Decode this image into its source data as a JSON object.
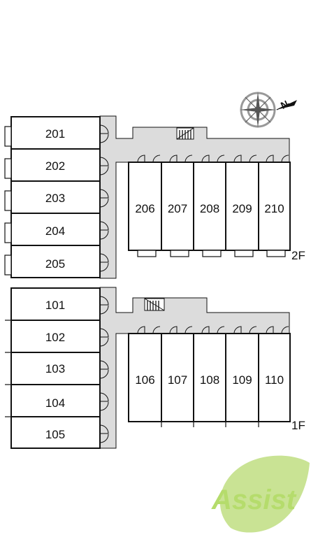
{
  "floors": [
    {
      "label": "2F",
      "left_units": [
        "201",
        "202",
        "203",
        "204",
        "205"
      ],
      "right_units": [
        "206",
        "207",
        "208",
        "209",
        "210"
      ]
    },
    {
      "label": "1F",
      "left_units": [
        "101",
        "102",
        "103",
        "104",
        "105"
      ],
      "right_units": [
        "106",
        "107",
        "108",
        "109",
        "110"
      ]
    }
  ],
  "compass": {
    "label": "N",
    "icon": "compass-rose-icon"
  },
  "logo": {
    "text": "Assist",
    "icon": "assist-leaf-logo",
    "color": "#9ccc3c"
  },
  "colors": {
    "corridor": "#dcdcdc",
    "line": "#111111",
    "background": "#ffffff"
  }
}
